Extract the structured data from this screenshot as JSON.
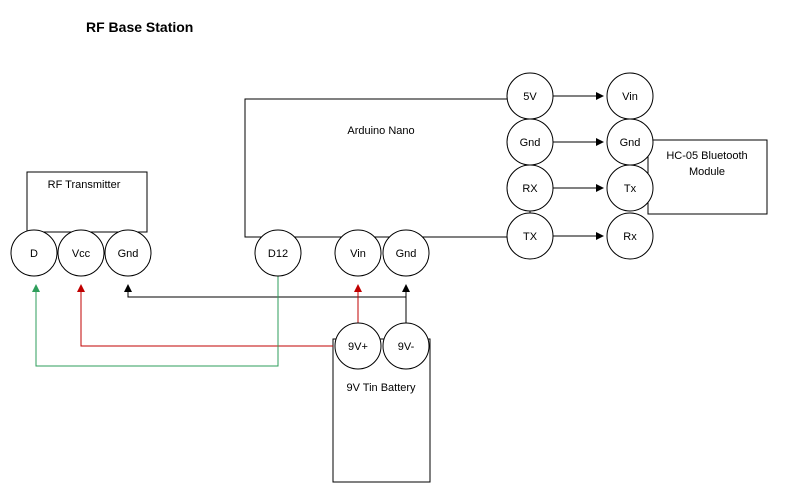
{
  "title": "RF Base Station",
  "components": {
    "rf_transmitter": "RF Transmitter",
    "arduino_nano": "Arduino Nano",
    "hc05_line1": "HC-05 Bluetooth",
    "hc05_line2": "Module",
    "battery": "9V Tin Battery"
  },
  "pins": {
    "rf_d": "D",
    "rf_vcc": "Vcc",
    "rf_gnd": "Gnd",
    "nano_d12": "D12",
    "nano_vin": "Vin",
    "nano_gnd_bottom": "Gnd",
    "nano_5v": "5V",
    "nano_gnd_right": "Gnd",
    "nano_rx": "RX",
    "nano_tx": "TX",
    "bt_vin": "Vin",
    "bt_gnd": "Gnd",
    "bt_tx": "Tx",
    "bt_rx": "Rx",
    "bat_pos": "9V+",
    "bat_neg": "9V-"
  },
  "colors": {
    "ground_wire": "#000000",
    "power_wire": "#c00000",
    "signal_wire": "#2e9e5b"
  }
}
